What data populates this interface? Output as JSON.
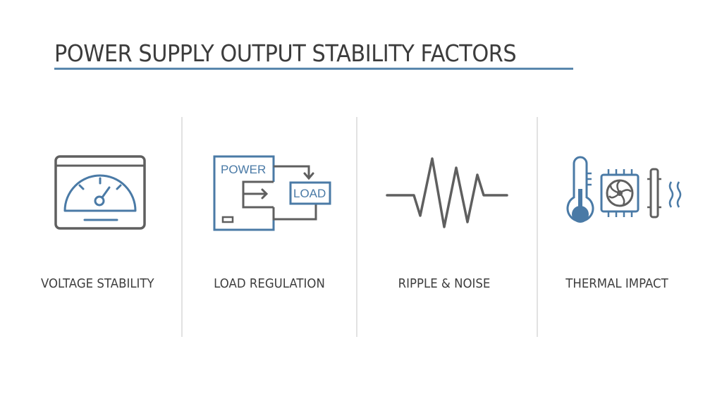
{
  "title": "POWER SUPPLY OUTPUT STABILITY FACTORS",
  "colors": {
    "accent": "#4a7aa6",
    "stroke": "#5f5f5f",
    "divider": "#e2e2e2",
    "text": "#3e3e3e"
  },
  "factors": [
    {
      "label": "VOLTAGE STABILITY",
      "icon": "gauge-icon"
    },
    {
      "label": "LOAD REGULATION",
      "icon": "power-load-diagram-icon",
      "icon_text": {
        "power": "POWER",
        "load": "LOAD"
      }
    },
    {
      "label": "RIPPLE & NOISE",
      "icon": "waveform-icon"
    },
    {
      "label": "THERMAL IMPACT",
      "icon": "thermal-icon"
    }
  ]
}
